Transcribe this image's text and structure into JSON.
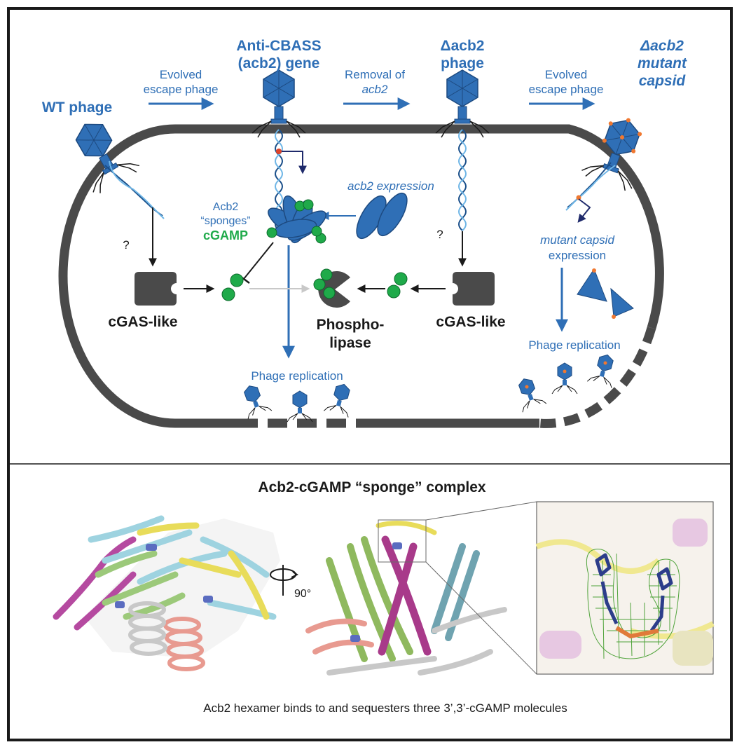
{
  "top": {
    "wt_phage": "WT phage",
    "evolved_escape_1a": "Evolved",
    "evolved_escape_1b": "escape phage",
    "anti_cbass_1": "Anti-CBASS",
    "anti_cbass_2": "(acb2) gene",
    "removal_1": "Removal of",
    "removal_2": "acb2",
    "delta_1": "Δacb2",
    "delta_2": "phage",
    "evolved_escape_2a": "Evolved",
    "evolved_escape_2b": "escape phage",
    "mutant_1": "Δacb2",
    "mutant_2": "mutant",
    "mutant_3": "capsid",
    "acb2_expression": "acb2 expression",
    "acb2_sponges_1": "Acb2",
    "acb2_sponges_2": "“sponges”",
    "acb2_sponges_3": "cGAMP",
    "question_left": "?",
    "question_right": "?",
    "cgas_left": "cGAS-like",
    "cgas_right": "cGAS-like",
    "phospho_1": "Phospho-",
    "phospho_2": "lipase",
    "phage_replication_left": "Phage replication",
    "mutant_capsid_1": "mutant capsid",
    "mutant_capsid_2": "expression",
    "phage_replication_right": "Phage replication"
  },
  "bottom": {
    "title": "Acb2-cGAMP “sponge” complex",
    "rotation": "90°",
    "caption": "Acb2 hexamer binds to and sequesters three 3’,3’-cGAMP molecules"
  },
  "colors": {
    "accent_blue": "#2f6fb6",
    "cgamp_green": "#1faa4a",
    "membrane_gray": "#4a4a4a"
  }
}
